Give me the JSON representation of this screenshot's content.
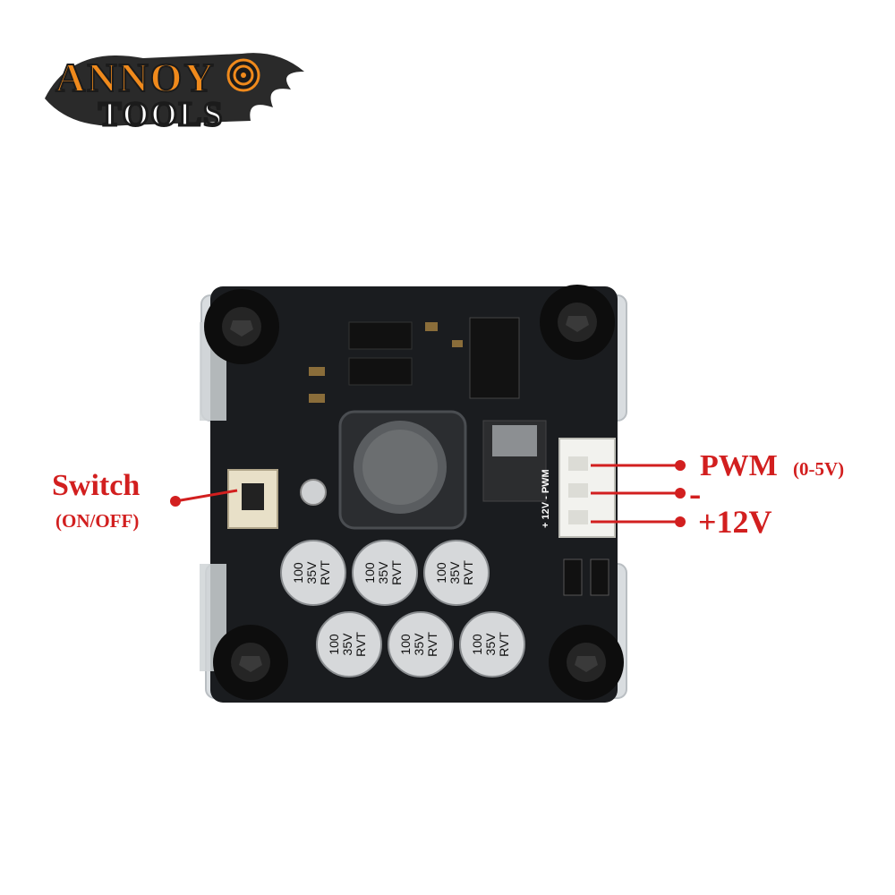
{
  "logo": {
    "line1": "ANNOY",
    "line2": "TOOLS"
  },
  "capacitor_label": [
    "100",
    "35V",
    "RVT"
  ],
  "callouts": {
    "switch": {
      "title": "Switch",
      "sub": "(ON/OFF)"
    },
    "pwm": {
      "title": "PWM",
      "sub": "(0-5V)"
    },
    "ground": {
      "title": "-"
    },
    "power": {
      "title": "+12V"
    }
  },
  "silkscreen": {
    "connector_label": "+ 12V  -  PWM"
  },
  "colors": {
    "callout": "#d21f1f",
    "board": "#1a1c1f",
    "acrylic": "#d9dde0",
    "logo_orange": "#f08a1c"
  }
}
